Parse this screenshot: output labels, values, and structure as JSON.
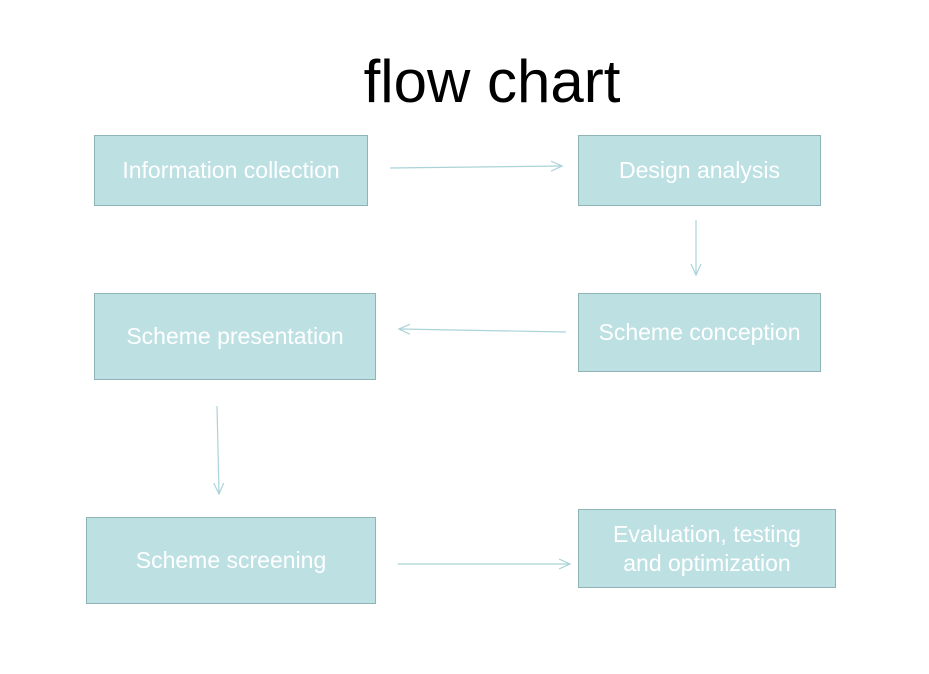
{
  "title": "flow chart",
  "nodes": {
    "information_collection": "Information collection",
    "design_analysis": "Design analysis",
    "scheme_conception": "Scheme conception",
    "scheme_presentation": "Scheme presentation",
    "scheme_screening": "Scheme screening",
    "evaluation": "Evaluation, testing\nand optimization"
  },
  "colors": {
    "box_fill": "#bde0e3",
    "box_border": "#8fb4b8",
    "box_text": "#ffffff",
    "arrow": "#aad3d8"
  }
}
